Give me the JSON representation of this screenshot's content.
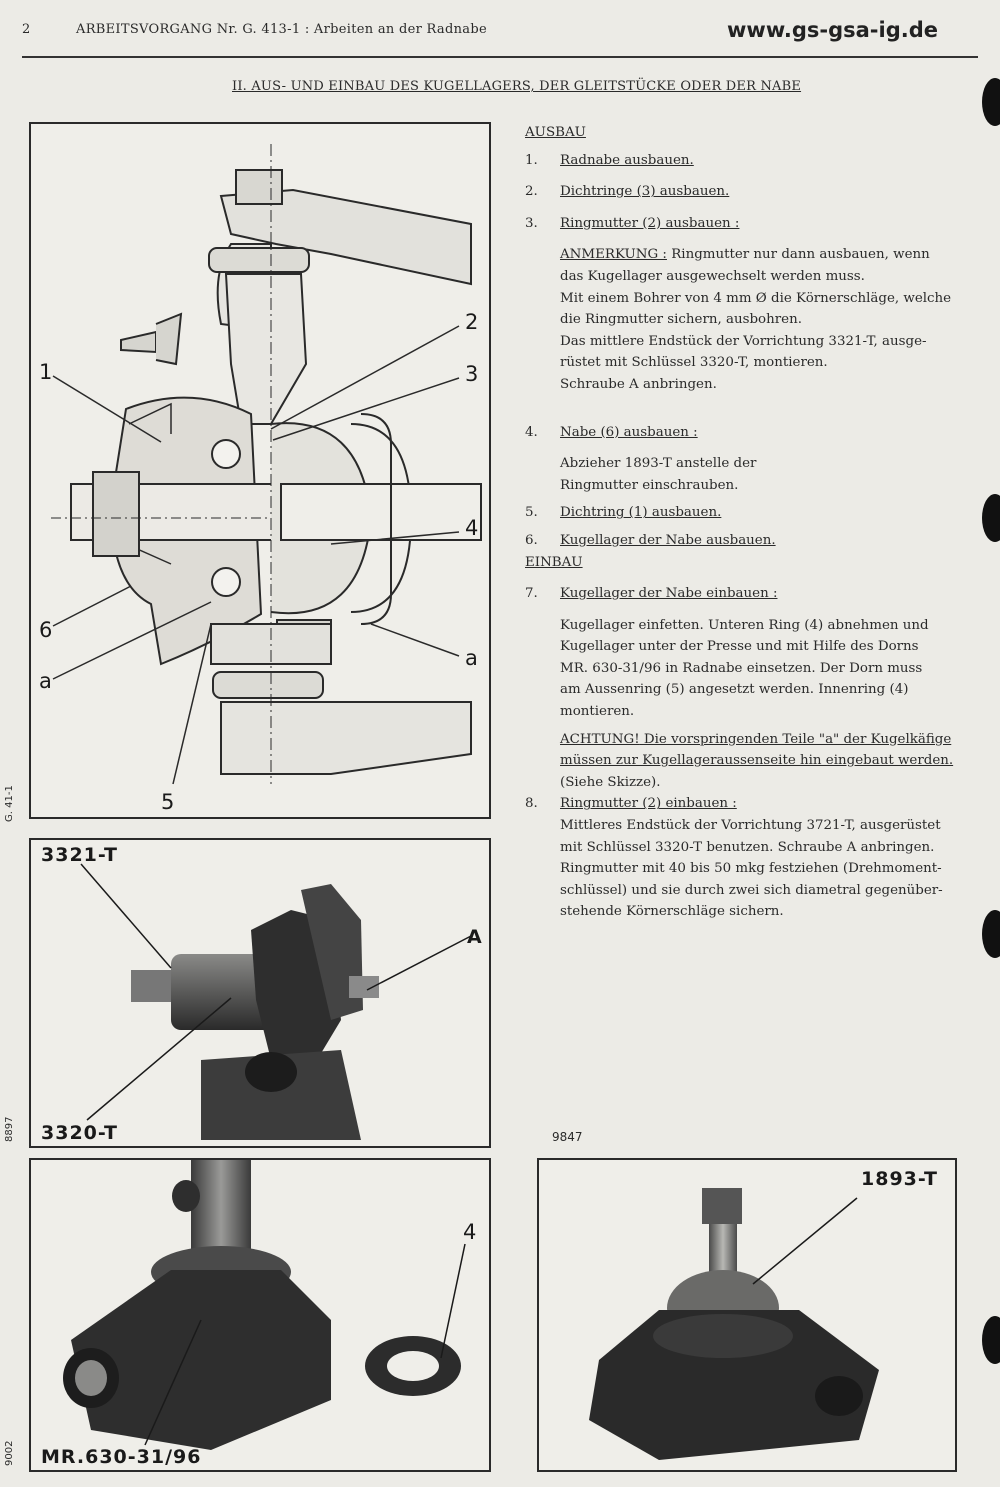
{
  "header": {
    "page_number": "2",
    "title": "ARBEITSVORGANG Nr. G. 413-1 : Arbeiten an der Radnabe",
    "url": "www.gs-gsa-ig.de"
  },
  "subtitle": "II. AUS- UND EINBAU DES KUGELLAGERS, DER GLEITSTÜCKE ODER DER NABE",
  "side_labels": {
    "g": "G. 41-1",
    "n1": "8897",
    "n2": "9002"
  },
  "figure_labels": {
    "main": {
      "l1": "1",
      "l2": "2",
      "l3": "3",
      "l4": "4",
      "l5": "5",
      "l6": "6",
      "la1": "a",
      "la2": "a"
    },
    "photo1": {
      "tool_top": "3321-T",
      "tool_bottom": "3320-T",
      "a": "A"
    },
    "photo2": {
      "tool": "MR.630-31/96",
      "part": "4"
    },
    "photo3": {
      "tool": "1893-T"
    },
    "photo_number": "9847"
  },
  "text": {
    "ausbau": "AUSBAU",
    "steps_ausbau": [
      {
        "num": "1.",
        "text": "Radnabe ausbauen."
      },
      {
        "num": "2.",
        "text": "Dichtringe (3) ausbauen."
      },
      {
        "num": "3.",
        "text": "Ringmutter (2) ausbauen :"
      }
    ],
    "anmerkung_label": "ANMERKUNG :",
    "anmerkung_lines": [
      " Ringmutter nur dann ausbauen, wenn",
      "das Kugellager ausgewechselt werden muss.",
      "Mit einem Bohrer von 4 mm Ø die Körnerschläge, welche",
      "die Ringmutter sichern, ausbohren.",
      "Das mittlere Endstück der Vorrichtung 3321-T, ausge-",
      "rüstet mit Schlüssel 3320-T, montieren.",
      "Schraube A anbringen."
    ],
    "step4": {
      "num": "4.",
      "text": "Nabe (6) ausbauen :"
    },
    "step4_lines": [
      "Abzieher 1893-T anstelle der",
      "Ringmutter einschrauben."
    ],
    "step5": {
      "num": "5.",
      "text": "Dichtring (1) ausbauen."
    },
    "step6": {
      "num": "6.",
      "text": "Kugellager der Nabe ausbauen."
    },
    "einbau": "EINBAU",
    "step7": {
      "num": "7.",
      "text": "Kugellager der Nabe einbauen :"
    },
    "step7_lines": [
      "Kugellager einfetten. Unteren Ring (4) abnehmen und",
      "Kugellager unter der Presse und mit Hilfe des Dorns",
      "MR. 630-31/96 in Radnabe einsetzen. Der Dorn muss",
      "am Aussenring (5) angesetzt werden. Innenring (4)",
      "montieren."
    ],
    "achtung_label": "ACHTUNG!",
    "achtung_lines": [
      " Die vorspringenden Teile \"a\" der Kugelkäfige",
      "müssen zur Kugellageraussenseite hin eingebaut werden.",
      "(Siehe Skizze)."
    ],
    "step8": {
      "num": "8.",
      "text": "Ringmutter (2) einbauen :"
    },
    "step8_lines": [
      "Mittleres Endstück der Vorrichtung 3721-T, ausgerüstet",
      "mit Schlüssel 3320-T benutzen. Schraube A anbringen.",
      "Ringmutter mit 40 bis 50 mkg festziehen (Drehmoment-",
      "schlüssel) und sie durch zwei sich diametral gegenüber-",
      "stehende Körnerschläge sichern."
    ]
  }
}
